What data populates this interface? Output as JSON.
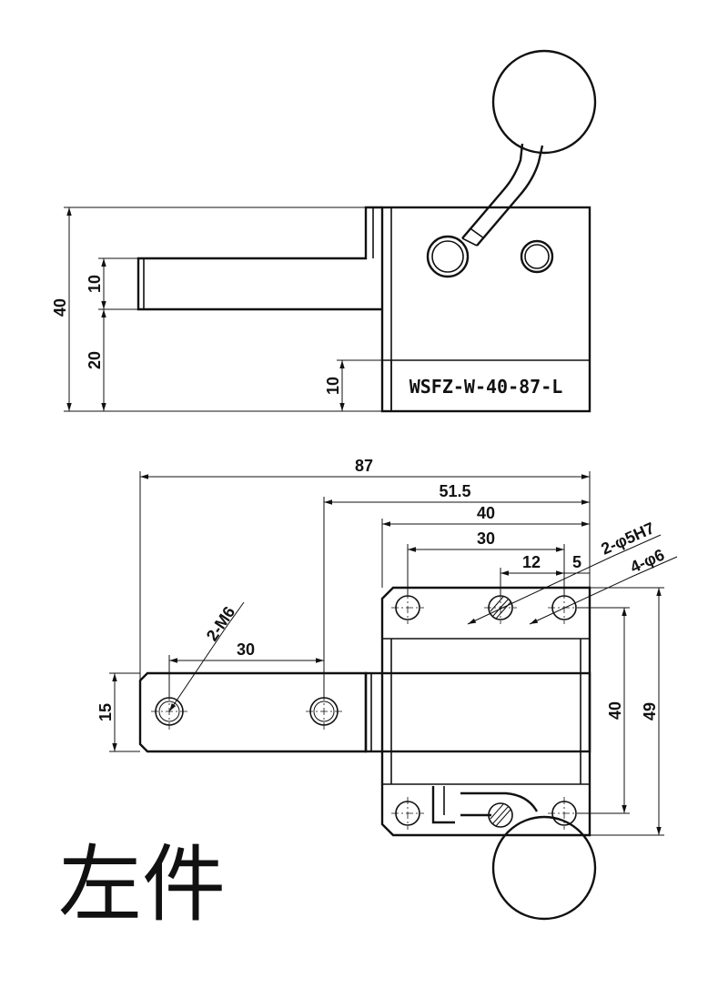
{
  "part_number": "WSFZ-W-40-87-L",
  "caption": "左件",
  "side_view": {
    "dims": {
      "overall_height": "40",
      "pin_height": "10",
      "pin_offset": "20",
      "base_height": "10"
    }
  },
  "top_view": {
    "dims": {
      "overall_length": "87",
      "hole_to_end": "51.5",
      "body_width": "40",
      "hole_spacing_top": "30",
      "handle_offset": "12",
      "edge_offset": "5",
      "pin_hole_spacing": "30",
      "pin_width": "15",
      "hole_spacing_vertical": "40",
      "body_height": "49"
    },
    "callouts": {
      "dowel_holes": "2-φ5H7",
      "mount_holes": "4-φ6",
      "thread_holes": "2-M6"
    }
  }
}
